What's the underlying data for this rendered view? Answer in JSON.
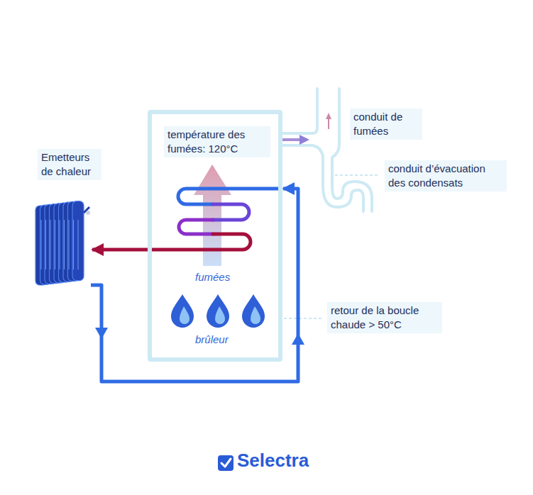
{
  "diagram": {
    "nodes": [
      {
        "text": [
          "température des fumées: 120°C",
          "fumées",
          "brûleur"
        ]
      },
      {
        "text": [
          "Emetteurs de chaleur"
        ]
      }
    ],
    "edges": [
      {
        "from": 0,
        "to": 1,
        "arrow": "to"
      },
      {
        "from": 1,
        "to": 0,
        "arrow": "to"
      }
    ],
    "labels": [
      "conduit de fumées",
      "conduit d’évacuation des condensats",
      "retour de la boucle chaude > 50°C",
      "Selectra"
    ]
  }
}
